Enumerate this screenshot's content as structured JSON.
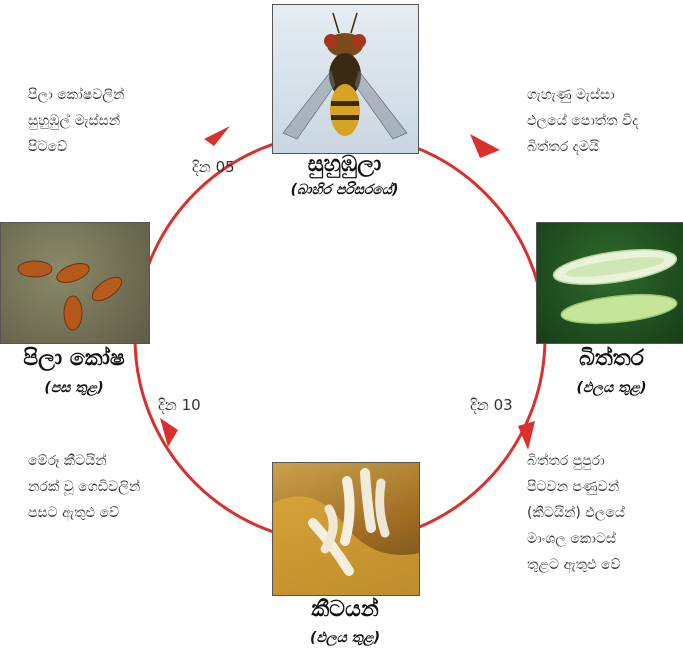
{
  "colors": {
    "cycle": "#d9302c"
  },
  "stages": {
    "adult": {
      "title": "සුහුඹුලා",
      "subtitle": "(බාහිර පරිසරයේ)"
    },
    "egg": {
      "title": "බිත්තර",
      "subtitle": "(ඵලය තුළ)"
    },
    "larva": {
      "title": "කීටයන්",
      "subtitle": "(ඵලය තුළ)"
    },
    "pupa": {
      "title": "පිලා කෝෂ",
      "subtitle": "(පස තුළ)"
    }
  },
  "descriptions": {
    "adult_to_egg": "ගැහැණු මැස්සා\nඵලයේ පොත්ත විද\nබිත්තර දමයි",
    "egg_to_larva": "බිත්තර පුපුරා\nපිටවන පණුවන්\n(කීටයින්) ඵලයේ\nමාංශල කොටස්\nතුළට ඇතුළු වේ",
    "larva_to_pupa": "මේරූ කීටයින්\nනරක් වූ ගෙඩිවලින්\nපසට ඇතුළු වේ",
    "pupa_to_adult": "පිලා කෝෂවලින්\nසුහුඹුල් මැස්සන්\nපිටවේ"
  },
  "durations": {
    "pupa_to_adult": "දින 05",
    "egg_to_larva": "දින 03",
    "larva_to_pupa": "දින 10"
  }
}
